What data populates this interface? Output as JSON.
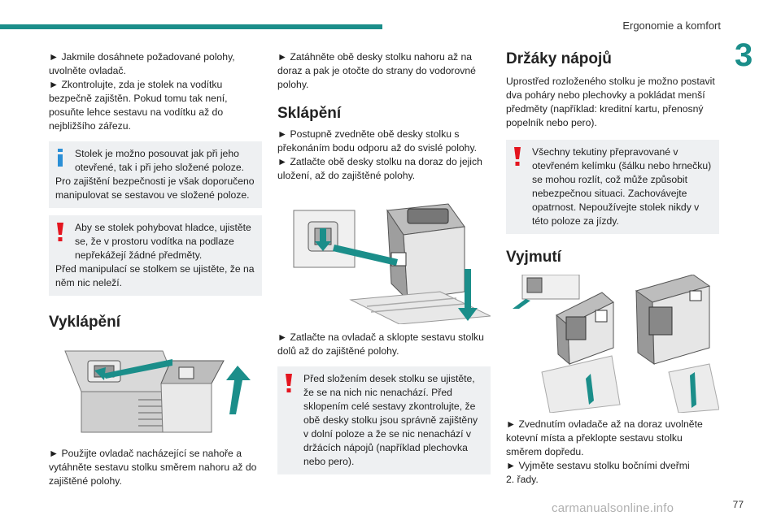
{
  "header": {
    "section": "Ergonomie a komfort",
    "chapter": "3",
    "page": "77"
  },
  "watermark": "carmanualsonline.info",
  "col1": {
    "p1": "► Jakmile dosáhnete požadované polohy, uvolněte ovladač.",
    "p2": "► Zkontrolujte, zda je stolek na vodítku bezpečně zajištěn. Pokud tomu tak není, posuňte lehce sestavu na vodítku až do nejbližšího zářezu.",
    "info_l1": "Stolek je možno posouvat jak při jeho otevřené, tak i při jeho složené poloze.",
    "info_l2": "Pro zajištění bezpečnosti je však doporučeno manipulovat se sestavou ve složené poloze.",
    "warn_l1": "Aby se stolek pohybovat hladce, ujistěte se, že v prostoru vodítka na podlaze nepřekážejí žádné předměty.",
    "warn_l2": "Před manipulací se stolkem se ujistěte, že na něm nic neleží.",
    "h_vyklapeni": "Vyklápění",
    "p3": "► Použijte ovladač nacházející se nahoře a vytáhněte sestavu stolku směrem nahoru až do zajištěné polohy."
  },
  "col2": {
    "p1": "► Zatáhněte obě desky stolku nahoru až na doraz a pak je otočte do strany do vodorovné polohy.",
    "h_sklapeni": "Sklápění",
    "p2": "► Postupně zvedněte obě desky stolku s překonáním bodu odporu až do svislé polohy.",
    "p3": "► Zatlačte obě desky stolku na doraz do jejich uložení, až do zajištěné polohy.",
    "p4": "► Zatlačte na ovladač a sklopte sestavu stolku dolů až do zajištěné polohy.",
    "warn_l1": "Před složením desek stolku se ujistěte, že se na nich nic nenachází. Před sklopením celé sestavy zkontrolujte, že obě desky stolku jsou správně zajištěny v dolní poloze a že se nic nenachází v držácích nápojů (například plechovka nebo pero)."
  },
  "col3": {
    "h_drzaky": "Držáky nápojů",
    "p1": "Uprostřed rozloženého stolku je možno postavit dva poháry nebo plechovky a pokládat menší předměty (například: kreditní kartu, přenosný popelník nebo pero).",
    "warn_l1": "Všechny tekutiny přepravované v otevřeném kelímku (šálku nebo hrnečku) se mohou rozlít, což může způsobit nebezpečnou situaci. Zachovávejte opatrnost. Nepoužívejte stolek nikdy v této poloze za jízdy.",
    "h_vyjmuti": "Vyjmutí",
    "p2": "► Zvednutím ovladače až na doraz uvolněte kotevní místa a překlopte sestavu stolku směrem dopředu.",
    "p3": "► Vyjměte sestavu stolku bočními dveřmi",
    "p4": "2. řady."
  },
  "colors": {
    "accent": "#1b8e8a",
    "warning": "#e4151f",
    "info": "#2b8fd6",
    "note_bg": "#eef0f2"
  },
  "icons": {
    "info": "info-icon",
    "warning": "warning-icon"
  }
}
